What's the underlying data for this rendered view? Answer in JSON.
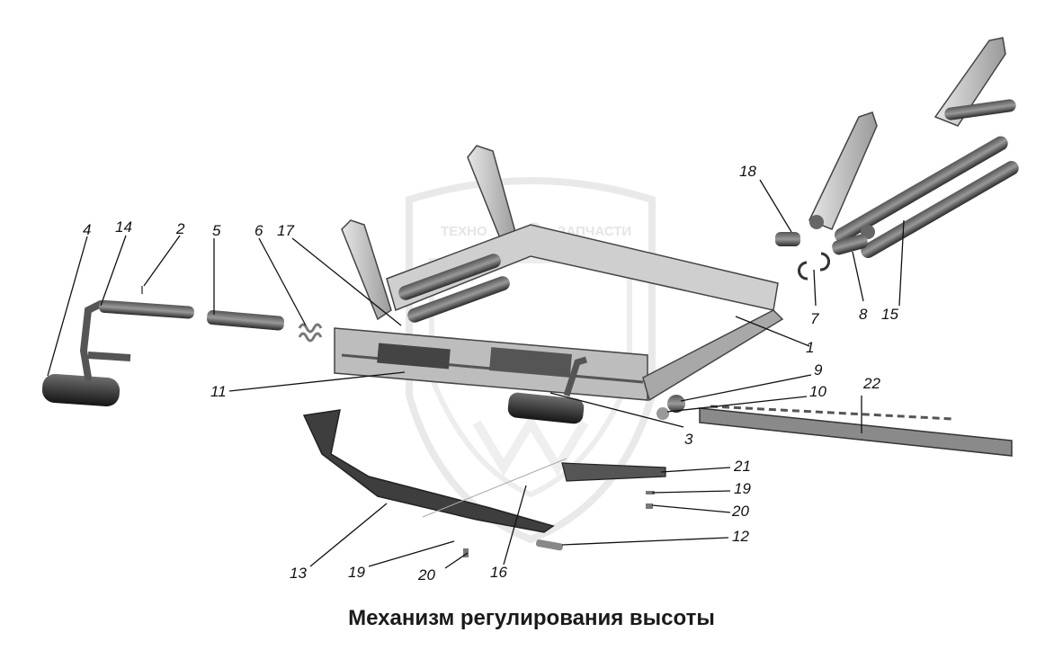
{
  "title": "Механизм регулирования высоты",
  "watermark": {
    "left": "ТЕХНО",
    "right": "ЗАПЧАСТИ",
    "symbol": "gear-icon"
  },
  "colors": {
    "part_dark": "#3c3c3c",
    "part_mid": "#8a8a8a",
    "part_light": "#c9c9c9",
    "watermark": "#dcdcdc"
  },
  "callouts": [
    "1",
    "2",
    "3",
    "4",
    "5",
    "6",
    "7",
    "8",
    "9",
    "10",
    "11",
    "12",
    "13",
    "14",
    "15",
    "16",
    "17",
    "18",
    "19",
    "20",
    "21",
    "22",
    "19",
    "20"
  ]
}
